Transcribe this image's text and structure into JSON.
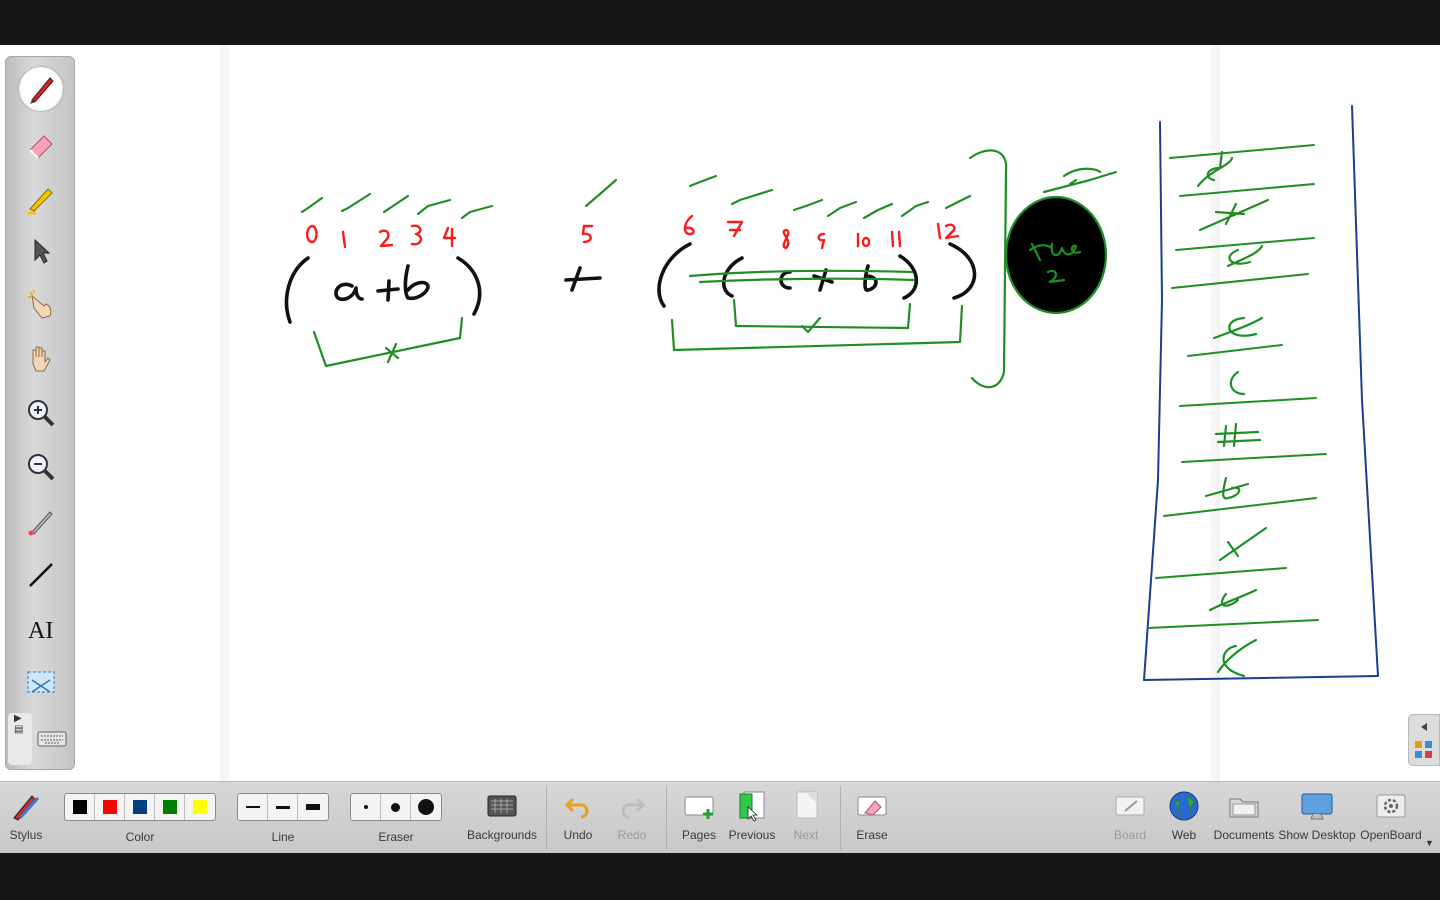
{
  "app": {
    "name": "OpenBoard"
  },
  "colors": {
    "ink_black": "#111111",
    "ink_red": "#ff1a1a",
    "ink_green": "#1f8f25",
    "ink_blue": "#1a3f8f",
    "toolbar_bg": "#cfcfcf"
  },
  "board": {
    "expression": {
      "indices": [
        "0",
        "1",
        "2",
        "3",
        "4",
        "5",
        "6",
        "7",
        "8",
        "9",
        "10",
        "11",
        "12"
      ],
      "stack_note": "true"
    }
  },
  "tool_palette": {
    "tools": [
      {
        "id": "pen",
        "icon": "pen-icon",
        "active": true
      },
      {
        "id": "eraser",
        "icon": "eraser-icon",
        "active": false
      },
      {
        "id": "marker",
        "icon": "highlighter-icon",
        "active": false
      },
      {
        "id": "selector",
        "icon": "arrow-pointer-icon",
        "active": false
      },
      {
        "id": "interact",
        "icon": "pointing-hand-icon",
        "active": false
      },
      {
        "id": "hand",
        "icon": "hand-icon",
        "active": false
      },
      {
        "id": "zoom-in",
        "icon": "zoom-in-icon",
        "active": false
      },
      {
        "id": "zoom-out",
        "icon": "zoom-out-icon",
        "active": false
      },
      {
        "id": "laser",
        "icon": "laser-pointer-icon",
        "active": false
      },
      {
        "id": "line",
        "icon": "line-icon",
        "active": false
      },
      {
        "id": "text",
        "icon": "text-icon",
        "active": false
      },
      {
        "id": "capture",
        "icon": "capture-icon",
        "active": false
      },
      {
        "id": "keyboard",
        "icon": "keyboard-icon",
        "active": false
      }
    ],
    "text_tool_glyph": "AI"
  },
  "toolbar": {
    "stylus_label": "Stylus",
    "color_label": "Color",
    "color_swatches": [
      "#000000",
      "#ff0000",
      "#004080",
      "#008000",
      "#ffff00"
    ],
    "line_label": "Line",
    "eraser_label": "Eraser",
    "backgrounds_label": "Backgrounds",
    "undo_label": "Undo",
    "redo_label": "Redo",
    "pages_label": "Pages",
    "previous_label": "Previous",
    "next_label": "Next",
    "erase_label": "Erase",
    "board_label": "Board",
    "web_label": "Web",
    "documents_label": "Documents",
    "show_desktop_label": "Show Desktop",
    "openboard_label": "OpenBoard"
  }
}
